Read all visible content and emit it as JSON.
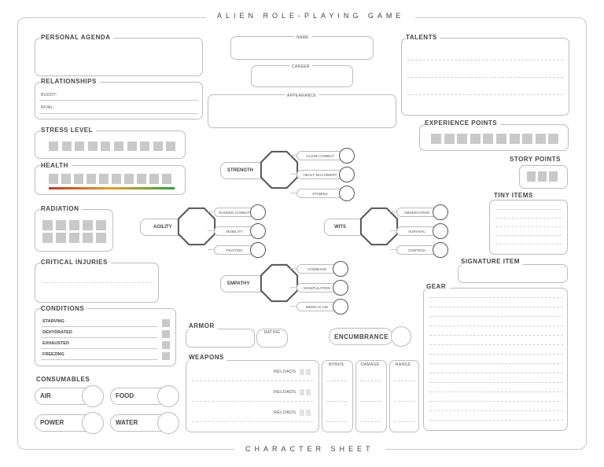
{
  "sheet": {
    "title": "ALIEN ROLE-PLAYING GAME",
    "footer": "CHARACTER SHEET"
  },
  "left": {
    "personal_agenda": "PERSONAL AGENDA",
    "relationships": "RELATIONSHIPS",
    "buddy": "BUDDY:",
    "rival": "RIVAL:",
    "stress_level": "STRESS LEVEL",
    "health": "HEALTH",
    "radiation": "RADIATION",
    "critical_injuries": "CRITICAL INJURIES",
    "conditions": "CONDITIONS",
    "condition_items": [
      "STARVING",
      "DEHYDRATED",
      "EXHAUSTED",
      "FREEZING"
    ],
    "consumables": "CONSUMABLES",
    "consumable_items": [
      "AIR",
      "FOOD",
      "POWER",
      "WATER"
    ]
  },
  "center": {
    "name": "NAME",
    "career": "CAREER",
    "appearance": "APPEARANCE",
    "attributes": {
      "strength": "STRENGTH",
      "agility": "AGILITY",
      "wits": "WITS",
      "empathy": "EMPATHY"
    },
    "skills": {
      "strength": [
        "CLOSE COMBAT",
        "HEAVY MACHINERY",
        "STAMINA"
      ],
      "agility": [
        "RANGED COMBAT",
        "MOBILITY",
        "PILOTING"
      ],
      "wits": [
        "OBSERVATION",
        "SURVIVAL",
        "COMTECH"
      ],
      "empathy": [
        "COMMAND",
        "MANIPULATION",
        "MEDICAL AID"
      ]
    },
    "armor": "ARMOR",
    "rating": "RATING",
    "encumbrance": "ENCUMBRANCE",
    "weapons": "WEAPONS",
    "reloads": "RELOADS",
    "bonus": "BONUS",
    "damage": "DAMAGE",
    "range": "RANGE"
  },
  "right": {
    "talents": "TALENTS",
    "experience_points": "EXPERIENCE POINTS",
    "story_points": "STORY POINTS",
    "tiny_items": "TINY ITEMS",
    "signature_item": "SIGNATURE ITEM",
    "gear": "GEAR"
  },
  "colors": {
    "health_gradient": [
      "#c0392b",
      "#e0a030",
      "#2e9e3e"
    ],
    "box_fill": "#c9c9c9"
  }
}
